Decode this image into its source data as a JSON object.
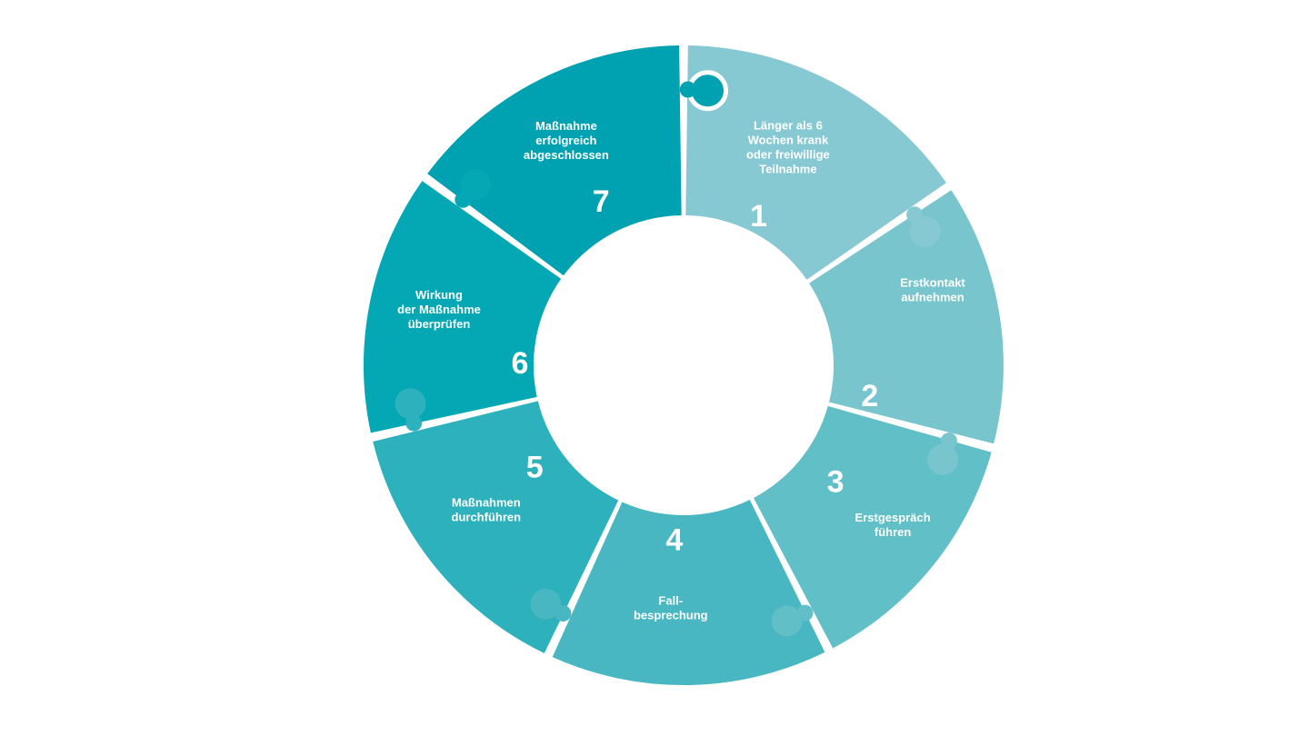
{
  "diagram": {
    "segments": [
      {
        "number": "1",
        "label_lines": [
          "Länger als 6",
          "Wochen krank",
          "oder freiwillige",
          "Teilnahme"
        ],
        "color": "#86c9d2"
      },
      {
        "number": "2",
        "label_lines": [
          "Erstkontakt",
          "aufnehmen"
        ],
        "color": "#78c5ce"
      },
      {
        "number": "3",
        "label_lines": [
          "Erstgespräch",
          "führen"
        ],
        "color": "#61bfc8"
      },
      {
        "number": "4",
        "label_lines": [
          "Fall-",
          "besprechung"
        ],
        "color": "#48b7c1"
      },
      {
        "number": "5",
        "label_lines": [
          "Maßnahmen",
          "durchführen"
        ],
        "color": "#2cb1bd"
      },
      {
        "number": "6",
        "label_lines": [
          "Wirkung",
          "der Maßnahme",
          "überprüfen"
        ],
        "color": "#04a8b5"
      },
      {
        "number": "7",
        "label_lines": [
          "Maßnahme",
          "erfolgreich",
          "abgeschlossen"
        ],
        "color": "#00a1b0"
      }
    ]
  }
}
